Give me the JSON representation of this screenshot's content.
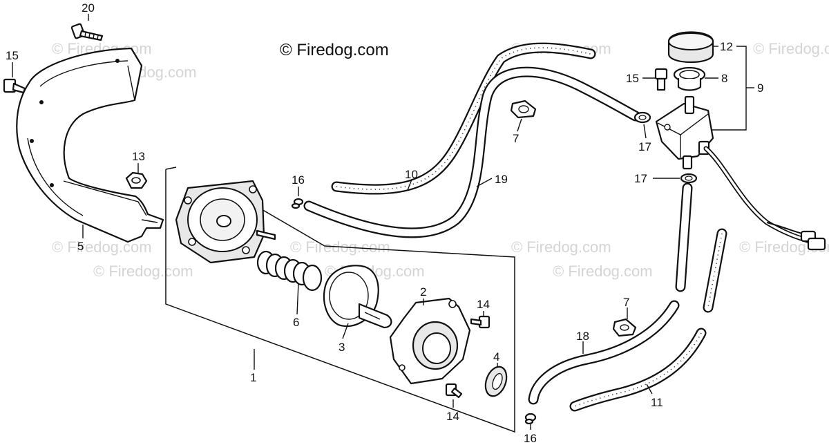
{
  "watermark": {
    "main": "© Firedog.com",
    "faint": "© Firedog.com"
  },
  "callouts": {
    "c1": "1",
    "c2": "2",
    "c3": "3",
    "c4": "4",
    "c5": "5",
    "c6": "6",
    "c7a": "7",
    "c7b": "7",
    "c8": "8",
    "c9": "9",
    "c10": "10",
    "c11": "11",
    "c12": "12",
    "c13": "13",
    "c14a": "14",
    "c14b": "14",
    "c15a": "15",
    "c15b": "15",
    "c16a": "16",
    "c16b": "16",
    "c17a": "17",
    "c17b": "17",
    "c18": "18",
    "c19": "19",
    "c20": "20"
  }
}
